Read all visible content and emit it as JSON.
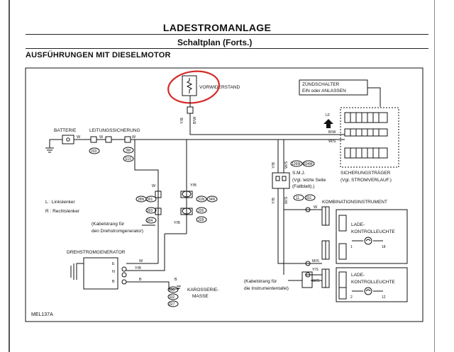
{
  "header": {
    "title": "LADESTROMANLAGE",
    "subtitle": "Schaltplan (Forts.)",
    "section": "AUSFÜHRUNGEN MIT DIESELMOTOR"
  },
  "diagram": {
    "vorwiderstand": "VORWIDERSTAND",
    "zuendschalter_1": "ZÜNDSCHALTER",
    "zuendschalter_2": "EIN oder ANLASSEN",
    "lf": "LF",
    "batterie": "BATTERIE",
    "leitungssicherung": "LEITUNGSSICHERUNG",
    "sicherungstraeger_1": "SICHERUNGSTRÄGER",
    "sicherungstraeger_2": "(Vgl. STROMVERLAUF.)",
    "smj_1": "S.M.J.",
    "smj_2": "(Vgl. letzte Seite",
    "smj_3": "(Faltblatt).)",
    "linkslenker": "L  : Linkslenker",
    "rechtslenker": "R  : Rechtslenker",
    "kabel_dreh_1": "(Kabelstrang für",
    "kabel_dreh_2": "den Drehstromgenerator)",
    "drehstromgenerator": "DREHSTROMGENERATOR",
    "kombi": "KOMBINATIONSINSTRUMENT",
    "lade1_1": "LADE-",
    "lade1_2": "KONTROLLEUCHTE",
    "lade2_1": "LADE-",
    "lade2_2": "KONTROLLEUCHTE",
    "kabel_instr_1": "(Kabelstrang für",
    "kabel_instr_2": "die Instrumententafel)",
    "karosserie_1": "KAROSSERIE-",
    "karosserie_2": "MASSE",
    "figure_code": "MEL137A",
    "w_bw": "B/W",
    "w_ws": "W/S",
    "w_yb": "Y/B",
    "w_w": "W",
    "w_b": "B",
    "w_ys": "Y/S",
    "w_ms": "M/S",
    "conn_e": "E",
    "conn_n": "N",
    "conn_b": "B",
    "pin_1": "1",
    "pin_2": "2",
    "pin_12": "12",
    "pin_18": "18",
    "code_203": "203",
    "code_3m": "3M",
    "code_s19": "S19",
    "code_126": "126M",
    "code_604": "604M",
    "code_11": "11",
    "code_301": "301",
    "code_28": "28N",
    "code_31": "31N",
    "code_303": "303",
    "code_34": "34N",
    "code_326": "326",
    "code_304": "304",
    "code_328": "328",
    "code_329": "329",
    "code_328n": "328N",
    "code_330": "330",
    "code_331": "331",
    "code_332": "332",
    "code_327": "327"
  },
  "colors": {
    "line": "#111111",
    "annotation": "#d42a2a"
  }
}
